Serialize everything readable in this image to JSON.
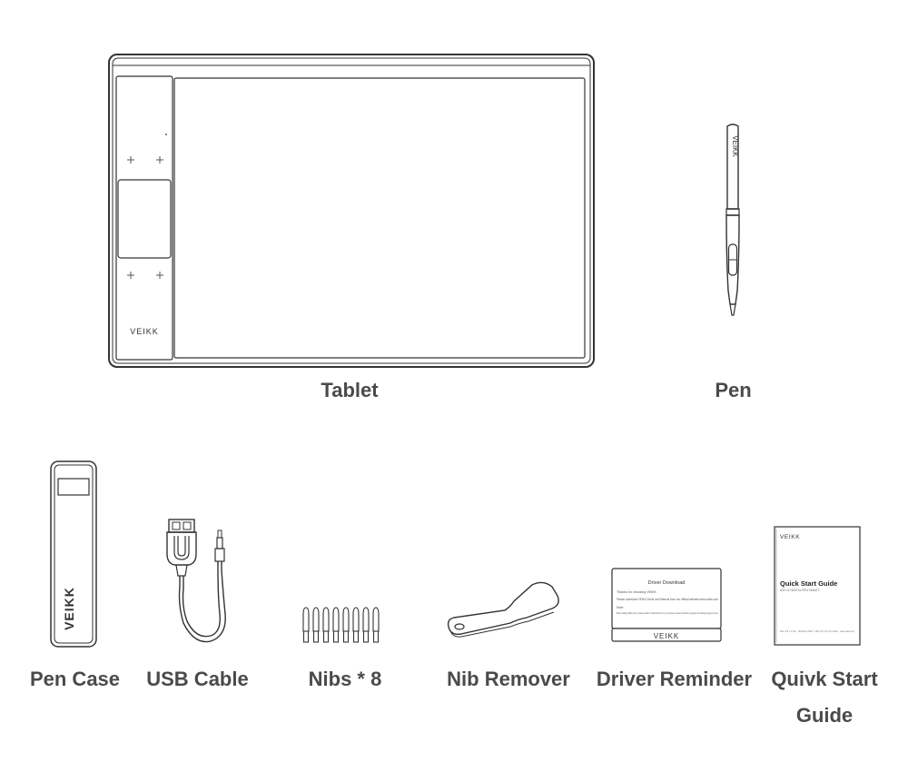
{
  "brand": "VEIKK",
  "items": [
    {
      "key": "tablet",
      "label": "Tablet"
    },
    {
      "key": "pen",
      "label": "Pen"
    },
    {
      "key": "pen_case",
      "label": "Pen Case"
    },
    {
      "key": "usb_cable",
      "label": "USB Cable"
    },
    {
      "key": "nibs",
      "label": "Nibs * 8"
    },
    {
      "key": "nib_remover",
      "label": "Nib Remover"
    },
    {
      "key": "driver_reminder",
      "label": "Driver Reminder"
    },
    {
      "key": "quick_start_guide",
      "label": "Quivk Start Guide"
    }
  ],
  "driver_card": {
    "title": "Driver Download",
    "greeting": "Thanks for choosing VEIKK",
    "text": "Please download VEIKK Driver and Manual from our official website www.veikk.com",
    "note_title": "Note:",
    "note_text": "Before installing VEIKK driver, please uninstall or install drivers from your computer, and keep all antivirus programs and drawing programs closed."
  },
  "guide": {
    "title": "Quick Start Guide",
    "subtitle": "A30 V2 DIGITAL PEN TABLET",
    "footer": "Size: 8.5 x 4 inch · Windows 7/8/10 · Mac OS X 10.12 or later · www.veikk.com"
  }
}
